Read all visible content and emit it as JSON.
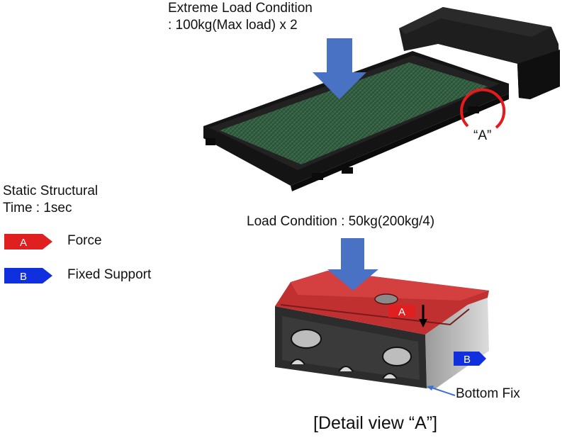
{
  "top_condition": {
    "line1": "Extreme Load Condition",
    "line2": ": 100kg(Max load) x 2"
  },
  "analysis": {
    "line1": "Static Structural",
    "line2": "Time : 1sec"
  },
  "legend": [
    {
      "tag": "A",
      "label": "Force",
      "color": "#e02020"
    },
    {
      "tag": "B",
      "label": "Fixed Support",
      "color": "#1030e0"
    }
  ],
  "detail_load": "Load Condition : 50kg(200kg/4)",
  "detail_marker": "“A”",
  "bottom_fix": "Bottom Fix",
  "caption": "[Detail view “A”]",
  "colors": {
    "load_arrow": "#4a72c4",
    "treadmill_body": "#1b1b1b",
    "belt": "#2f5a3e",
    "block_top": "#c03030",
    "block_side": "#8c8c8c",
    "block_face": "#2c2c2c",
    "marker_circle": "#e51a1a"
  }
}
